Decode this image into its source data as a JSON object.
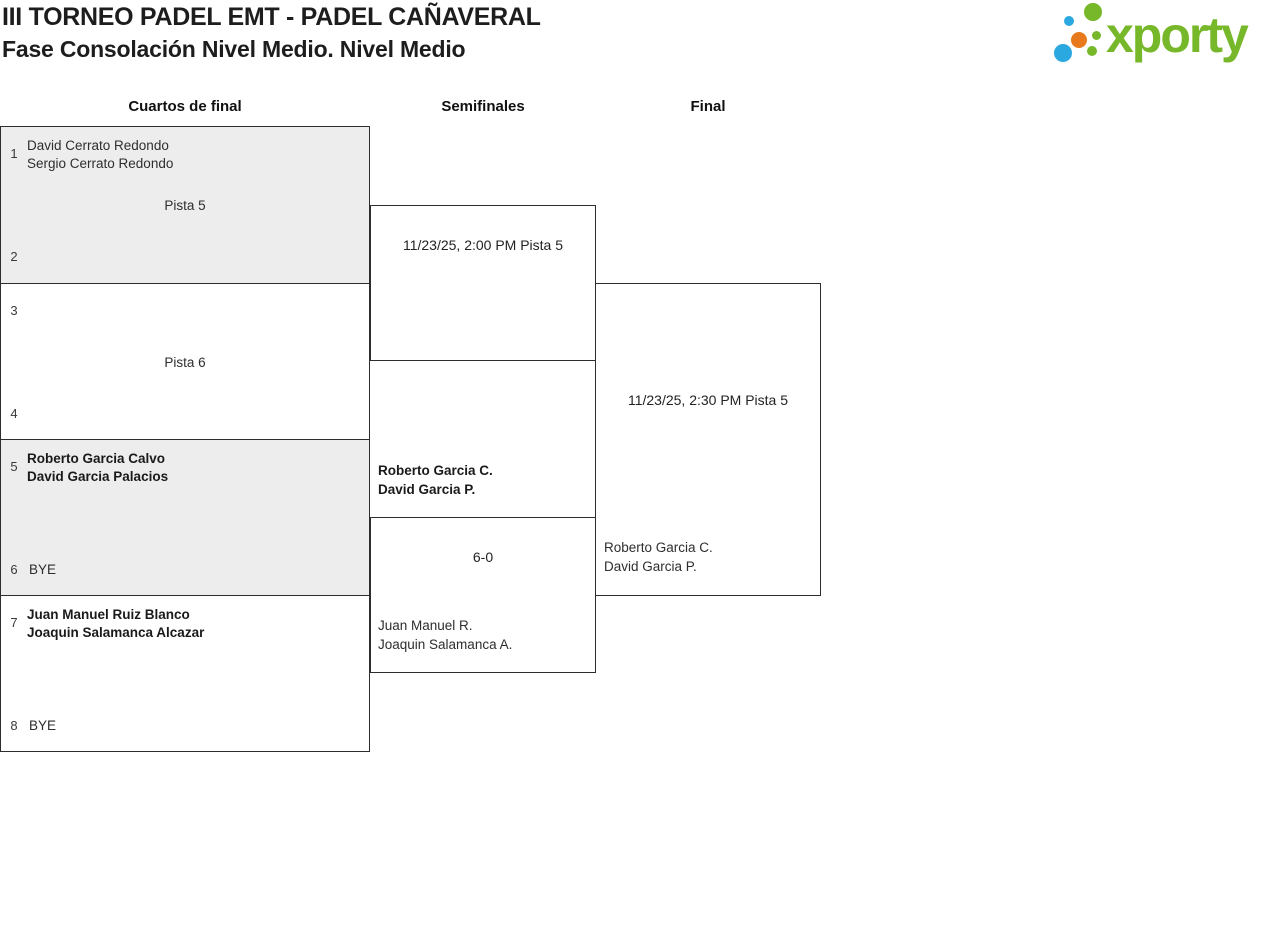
{
  "header": {
    "title": "III TORNEO PADEL EMT - PADEL CAÑAVERAL",
    "subtitle": "Fase Consolación Nivel Medio. Nivel Medio"
  },
  "logo": {
    "text": "xporty",
    "colors": {
      "green": "#76b82a",
      "blue": "#2ca8e0",
      "orange": "#e8791d"
    }
  },
  "rounds": {
    "quarterfinals": "Cuartos de final",
    "semifinals": "Semifinales",
    "final": "Final"
  },
  "bracket": {
    "qf1": {
      "seed_top": "1",
      "team_top_line1": "David Cerrato Redondo",
      "team_top_line2": "Sergio Cerrato Redondo",
      "info": "Pista 5",
      "seed_bottom": "2"
    },
    "qf2": {
      "seed_top": "3",
      "info": "Pista 6",
      "seed_bottom": "4"
    },
    "qf3": {
      "seed_top": "5",
      "team_top_line1": "Roberto Garcia Calvo",
      "team_top_line2": "David Garcia Palacios",
      "seed_bottom": "6",
      "bye_label": "BYE"
    },
    "qf4": {
      "seed_top": "7",
      "team_top_line1": "Juan Manuel Ruiz Blanco",
      "team_top_line2": "Joaquin Salamanca Alcazar",
      "seed_bottom": "8",
      "bye_label": "BYE"
    },
    "sf1": {
      "info": "11/23/25, 2:00 PM Pista 5"
    },
    "sf2": {
      "team_top_line1": "Roberto Garcia C.",
      "team_top_line2": "David Garcia P.",
      "score": "6-0",
      "team_bottom_line1": "Juan Manuel R.",
      "team_bottom_line2": "Joaquin Salamanca A."
    },
    "final": {
      "info": "11/23/25, 2:30 PM Pista 5",
      "team_bottom_line1": "Roberto Garcia C.",
      "team_bottom_line2": "David Garcia P."
    }
  },
  "theme": {
    "box_alt_fill": "#ededed",
    "box_border": "#2d2d2d"
  }
}
